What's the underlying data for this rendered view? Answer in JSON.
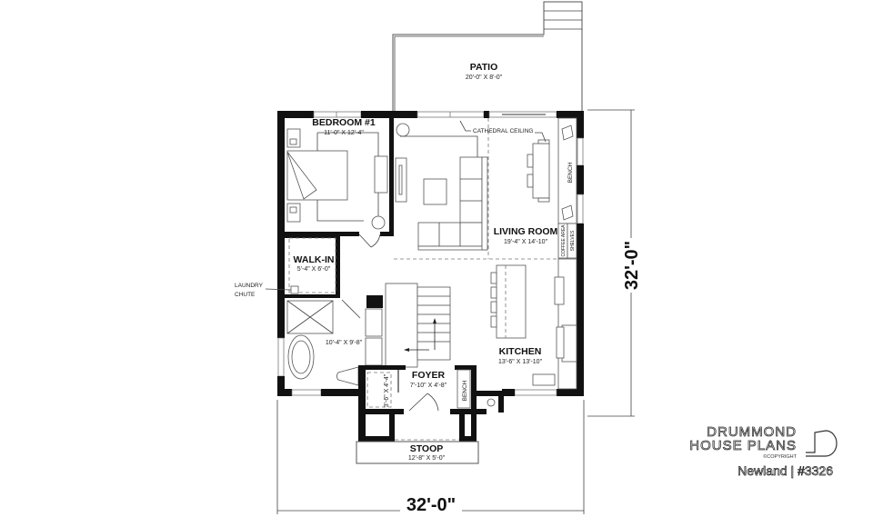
{
  "plan": {
    "rooms": {
      "patio": {
        "name": "PATIO",
        "dims": "20'-0\" X 8'-0\""
      },
      "bedroom1": {
        "name": "BEDROOM #1",
        "dims": "11'-0\" X 12'-4\""
      },
      "living_room": {
        "name": "LIVING ROOM",
        "dims": "19'-4\" X 14'-10\""
      },
      "walk_in": {
        "name": "WALK-IN",
        "dims": "5'-4\" X 6'-0\""
      },
      "bathroom": {
        "name": "",
        "dims": "10'-4\" X 9'-8\""
      },
      "kitchen": {
        "name": "KITCHEN",
        "dims": "13'-6\" X 13'-10\""
      },
      "foyer": {
        "name": "FOYER",
        "dims": "7'-10\" X 4'-8\""
      },
      "closet": {
        "dims": "3'-6\" X 4'-4\""
      },
      "stoop": {
        "name": "STOOP",
        "dims": "12'-8\" X 5'-0\""
      }
    },
    "labels": {
      "cathedral_ceiling": "CATHEDRAL CEILING",
      "bench_living": "BENCH",
      "bench_foyer": "BENCH",
      "coffee_area": "COFFEE AREA",
      "shelves": "SHELVES",
      "laundry_chute_line1": "LAUNDRY",
      "laundry_chute_line2": "CHUTE"
    },
    "overall_dimensions": {
      "width": "32'-0\"",
      "depth": "32'-0\""
    }
  },
  "branding": {
    "line1": "DRUMMOND",
    "line2": "HOUSE PLANS",
    "copyright": "©COPYRIGHT",
    "plan_name": "Newland | #3326"
  }
}
